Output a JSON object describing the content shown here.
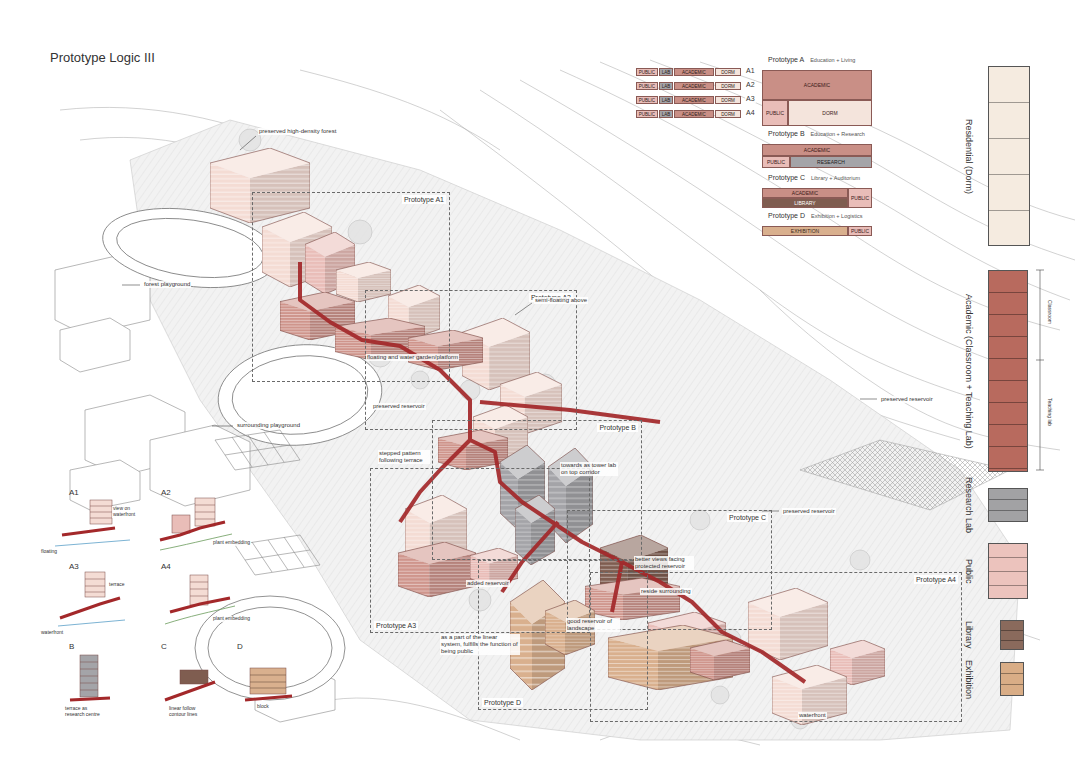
{
  "diagram": {
    "title": "Prototype Logic III",
    "nodes": [
      {
        "text": [
          "Prototype A1"
        ]
      },
      {
        "text": [
          "Prototype A2"
        ]
      },
      {
        "text": [
          "Prototype B"
        ]
      },
      {
        "text": [
          "Prototype C"
        ]
      },
      {
        "text": [
          "Prototype A3"
        ]
      },
      {
        "text": [
          "Prototype D"
        ]
      },
      {
        "text": [
          "Prototype A4"
        ]
      },
      {
        "text": [
          "Prototype A",
          "Education + Living"
        ]
      },
      {
        "text": [
          "ACADEMIC"
        ],
        "in": 7
      },
      {
        "text": [
          "PUBLIC"
        ],
        "in": 7
      },
      {
        "text": [
          "DORM"
        ],
        "in": 7
      },
      {
        "text": [
          "Prototype B",
          "Education + Research"
        ]
      },
      {
        "text": [
          "ACADEMIC"
        ],
        "in": 11
      },
      {
        "text": [
          "PUBLIC"
        ],
        "in": 11
      },
      {
        "text": [
          "RESEARCH"
        ],
        "in": 11
      },
      {
        "text": [
          "Prototype C",
          "Library + Auditorium"
        ]
      },
      {
        "text": [
          "ACADEMIC"
        ],
        "in": 15
      },
      {
        "text": [
          "LIBRARY"
        ],
        "in": 15
      },
      {
        "text": [
          "PUBLIC"
        ],
        "in": 15
      },
      {
        "text": [
          "Prototype D",
          "Exhibition + Logistics"
        ]
      },
      {
        "text": [
          "EXHIBITION"
        ],
        "in": 19
      },
      {
        "text": [
          "PUBLIC"
        ],
        "in": 19
      },
      {
        "text": [
          "Residential (Dorm)"
        ]
      },
      {
        "text": [
          "Academic (Classroom + Teaching Lab)"
        ]
      },
      {
        "text": [
          "Research Lab"
        ]
      },
      {
        "text": [
          "Public"
        ]
      },
      {
        "text": [
          "Library"
        ]
      },
      {
        "text": [
          "Exhibition"
        ]
      }
    ],
    "labels": [
      "preserved high-density forest",
      "forest playground",
      "semi-floating above",
      "floating and water garden/platform",
      "preserved reservoir",
      "surrounding playground",
      "stepped pattern following terrace",
      "towards as tower lab on top corridor",
      "better views facing protected reservoir",
      "reside surrounding",
      "added reservoir",
      "as a part of the linear system, fulfills the function of being public",
      "good reservoir of landscape",
      "preserved reservoir",
      "waterfront",
      "preserved reservoir",
      "A1",
      "A2",
      "A3",
      "A4",
      "B",
      "C",
      "D",
      "floating",
      "view on waterfront",
      "plant embedding",
      "terrace",
      "waterfront",
      "plant embedding",
      "terrace as research centre",
      "linear follow contour lines",
      "block",
      "PUBLIC",
      "LAB",
      "ACADEMIC",
      "DORM",
      "PUBLIC",
      "LAB",
      "ACADEMIC",
      "DORM",
      "PUBLIC",
      "LAB",
      "ACADEMIC",
      "DORM",
      "PUBLIC",
      "LAB",
      "ACADEMIC",
      "DORM",
      "A1",
      "A2",
      "A3",
      "A4",
      "Classroom",
      "Teaching lab"
    ]
  }
}
